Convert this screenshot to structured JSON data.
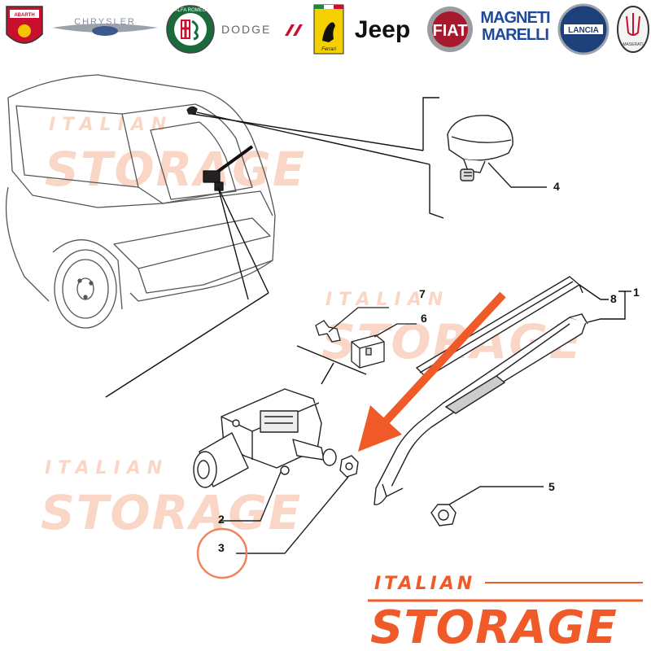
{
  "brands": [
    {
      "name": "abarth-logo",
      "text": "ABARTH"
    },
    {
      "name": "chrysler-logo",
      "text": "CHRYSLER"
    },
    {
      "name": "alfa-romeo-logo",
      "text": "ALFA ROMEO"
    },
    {
      "name": "dodge-logo",
      "text": "DODGE"
    },
    {
      "name": "ferrari-logo",
      "text": "Ferrari"
    },
    {
      "name": "jeep-logo",
      "text": "Jeep"
    },
    {
      "name": "fiat-logo",
      "text": "FIAT"
    },
    {
      "name": "magneti-marelli-logo",
      "text": "MAGNETI MARELLI"
    },
    {
      "name": "lancia-logo",
      "text": "LANCIA"
    },
    {
      "name": "maserati-logo",
      "text": "MASERATI"
    }
  ],
  "callouts": {
    "c1": "1",
    "c2": "2",
    "c3": "3",
    "c4": "4",
    "c5": "5",
    "c6": "6",
    "c7": "7",
    "c8": "8"
  },
  "watermark": {
    "line1": "ITALIAN",
    "line2": "STORAGE"
  },
  "colors": {
    "accent": "#f05a28",
    "highlight_circle": "#f0845c",
    "line": "#111111",
    "watermark": "#f7c9b2"
  }
}
